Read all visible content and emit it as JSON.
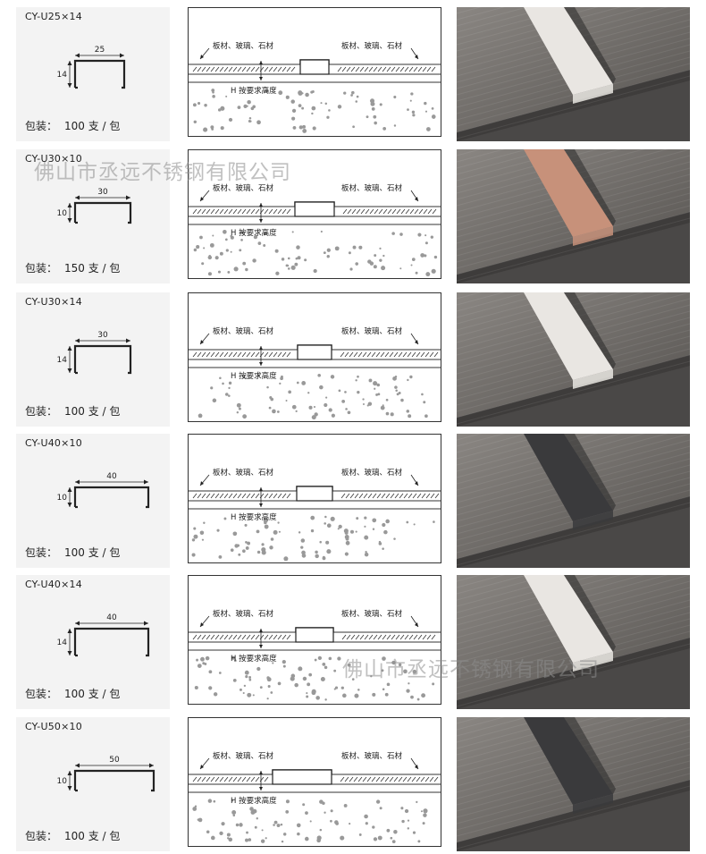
{
  "rows": [
    {
      "model": "CY-U25×14",
      "width_label": "25",
      "height_label": "14",
      "pack_label": "包装：",
      "pack_value": "100 支 / 包",
      "finish": "silver"
    },
    {
      "model": "CY-U30×10",
      "width_label": "30",
      "height_label": "10",
      "pack_label": "包装：",
      "pack_value": "150 支 / 包",
      "finish": "rose"
    },
    {
      "model": "CY-U30×14",
      "width_label": "30",
      "height_label": "14",
      "pack_label": "包装：",
      "pack_value": "100 支 / 包",
      "finish": "silver"
    },
    {
      "model": "CY-U40×10",
      "width_label": "40",
      "height_label": "10",
      "pack_label": "包装：",
      "pack_value": "100 支 / 包",
      "finish": "dark"
    },
    {
      "model": "CY-U40×14",
      "width_label": "40",
      "height_label": "14",
      "pack_label": "包装：",
      "pack_value": "100 支 / 包",
      "finish": "silver"
    },
    {
      "model": "CY-U50×10",
      "width_label": "50",
      "height_label": "10",
      "pack_label": "包装：",
      "pack_value": "100 支 / 包",
      "finish": "dark"
    }
  ],
  "diagram": {
    "material_label": "板材、玻璃、石材",
    "height_note": "H 按要求高度"
  },
  "watermark": "佛山市丞远不锈钢有限公司",
  "colors": {
    "panel": "#f3f3f3",
    "wood": "#6d6a68",
    "silver": "#e9e6e2",
    "rose": "#c7917a",
    "dark": "#3a3a3c"
  }
}
